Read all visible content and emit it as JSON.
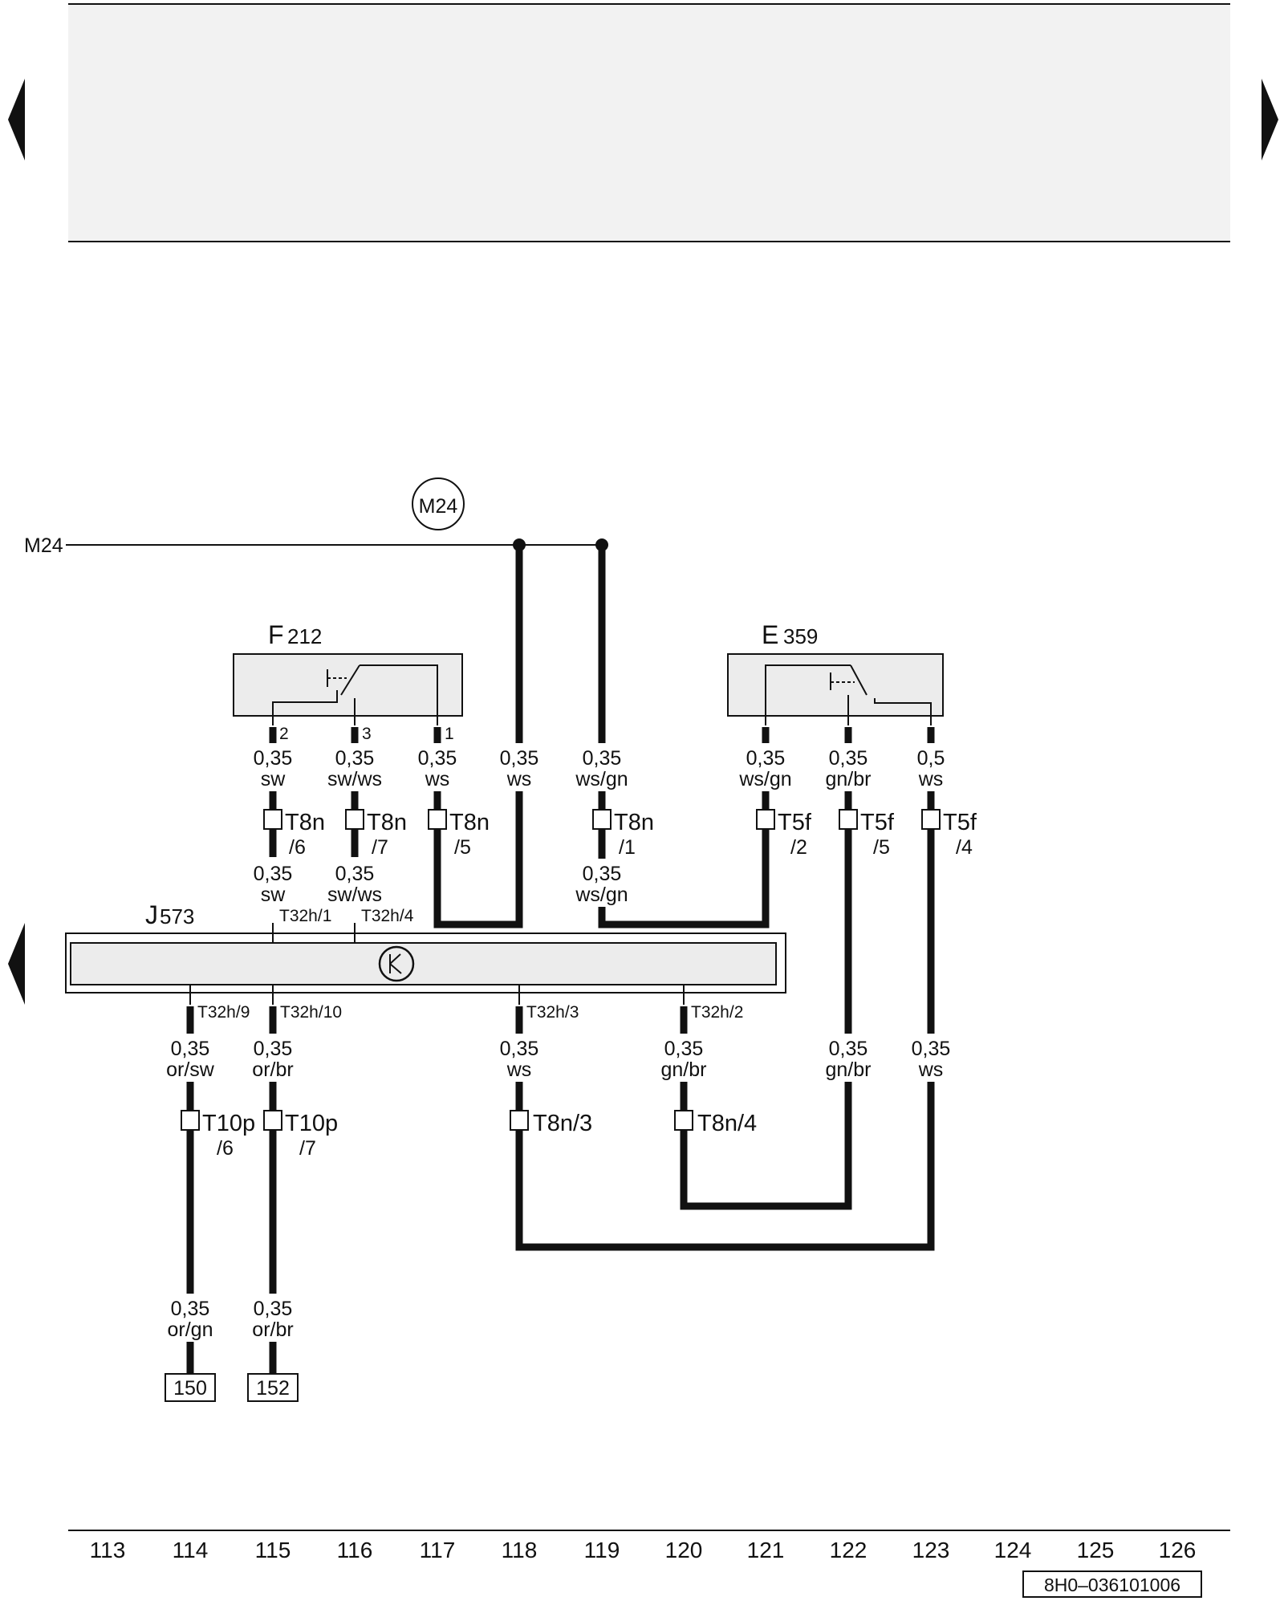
{
  "bus": {
    "label": "M24",
    "badge": "M24"
  },
  "components": {
    "f212": {
      "letter": "F",
      "number": "212",
      "pins": [
        "2",
        "3",
        "1"
      ]
    },
    "e359": {
      "letter": "E",
      "number": "359"
    },
    "j573": {
      "letter": "J",
      "number": "573"
    }
  },
  "wires": {
    "top_row": [
      {
        "size": "0,35",
        "color": "sw"
      },
      {
        "size": "0,35",
        "color": "sw/ws"
      },
      {
        "size": "0,35",
        "color": "ws"
      },
      {
        "size": "0,35",
        "color": "ws"
      },
      {
        "size": "0,35",
        "color": "ws/gn"
      },
      {
        "size": "0,35",
        "color": "ws/gn"
      },
      {
        "size": "0,35",
        "color": "gn/br"
      },
      {
        "size": "0,5",
        "color": "ws"
      }
    ],
    "mid_row": [
      {
        "size": "0,35",
        "color": "sw"
      },
      {
        "size": "0,35",
        "color": "sw/ws"
      },
      {
        "size": "0,35",
        "color": "ws/gn"
      }
    ],
    "lower_row": [
      {
        "size": "0,35",
        "color": "or/sw"
      },
      {
        "size": "0,35",
        "color": "or/br"
      },
      {
        "size": "0,35",
        "color": "ws"
      },
      {
        "size": "0,35",
        "color": "gn/br"
      },
      {
        "size": "0,35",
        "color": "gn/br"
      },
      {
        "size": "0,35",
        "color": "ws"
      }
    ],
    "bottom_row": [
      {
        "size": "0,35",
        "color": "or/gn"
      },
      {
        "size": "0,35",
        "color": "or/br"
      }
    ]
  },
  "connectors": {
    "t8n_6": {
      "name": "T8n",
      "pin": "/6"
    },
    "t8n_7": {
      "name": "T8n",
      "pin": "/7"
    },
    "t8n_5": {
      "name": "T8n",
      "pin": "/5"
    },
    "t8n_1": {
      "name": "T8n",
      "pin": "/1"
    },
    "t5f_2": {
      "name": "T5f",
      "pin": "/2"
    },
    "t5f_5": {
      "name": "T5f",
      "pin": "/5"
    },
    "t5f_4": {
      "name": "T5f",
      "pin": "/4"
    },
    "t10p_6": {
      "name": "T10p",
      "pin": "/6"
    },
    "t10p_7": {
      "name": "T10p",
      "pin": "/7"
    },
    "t8n_3": {
      "label": "T8n/3"
    },
    "t8n_4": {
      "label": "T8n/4"
    }
  },
  "j573_pins": {
    "top": [
      "T32h/1",
      "T32h/4"
    ],
    "bottom": [
      "T32h/9",
      "T32h/10",
      "T32h/3",
      "T32h/2"
    ]
  },
  "references": [
    "150",
    "152"
  ],
  "column_numbers": [
    "113",
    "114",
    "115",
    "116",
    "117",
    "118",
    "119",
    "120",
    "121",
    "122",
    "123",
    "124",
    "125",
    "126"
  ],
  "drawing_id": "8H0–036101006"
}
